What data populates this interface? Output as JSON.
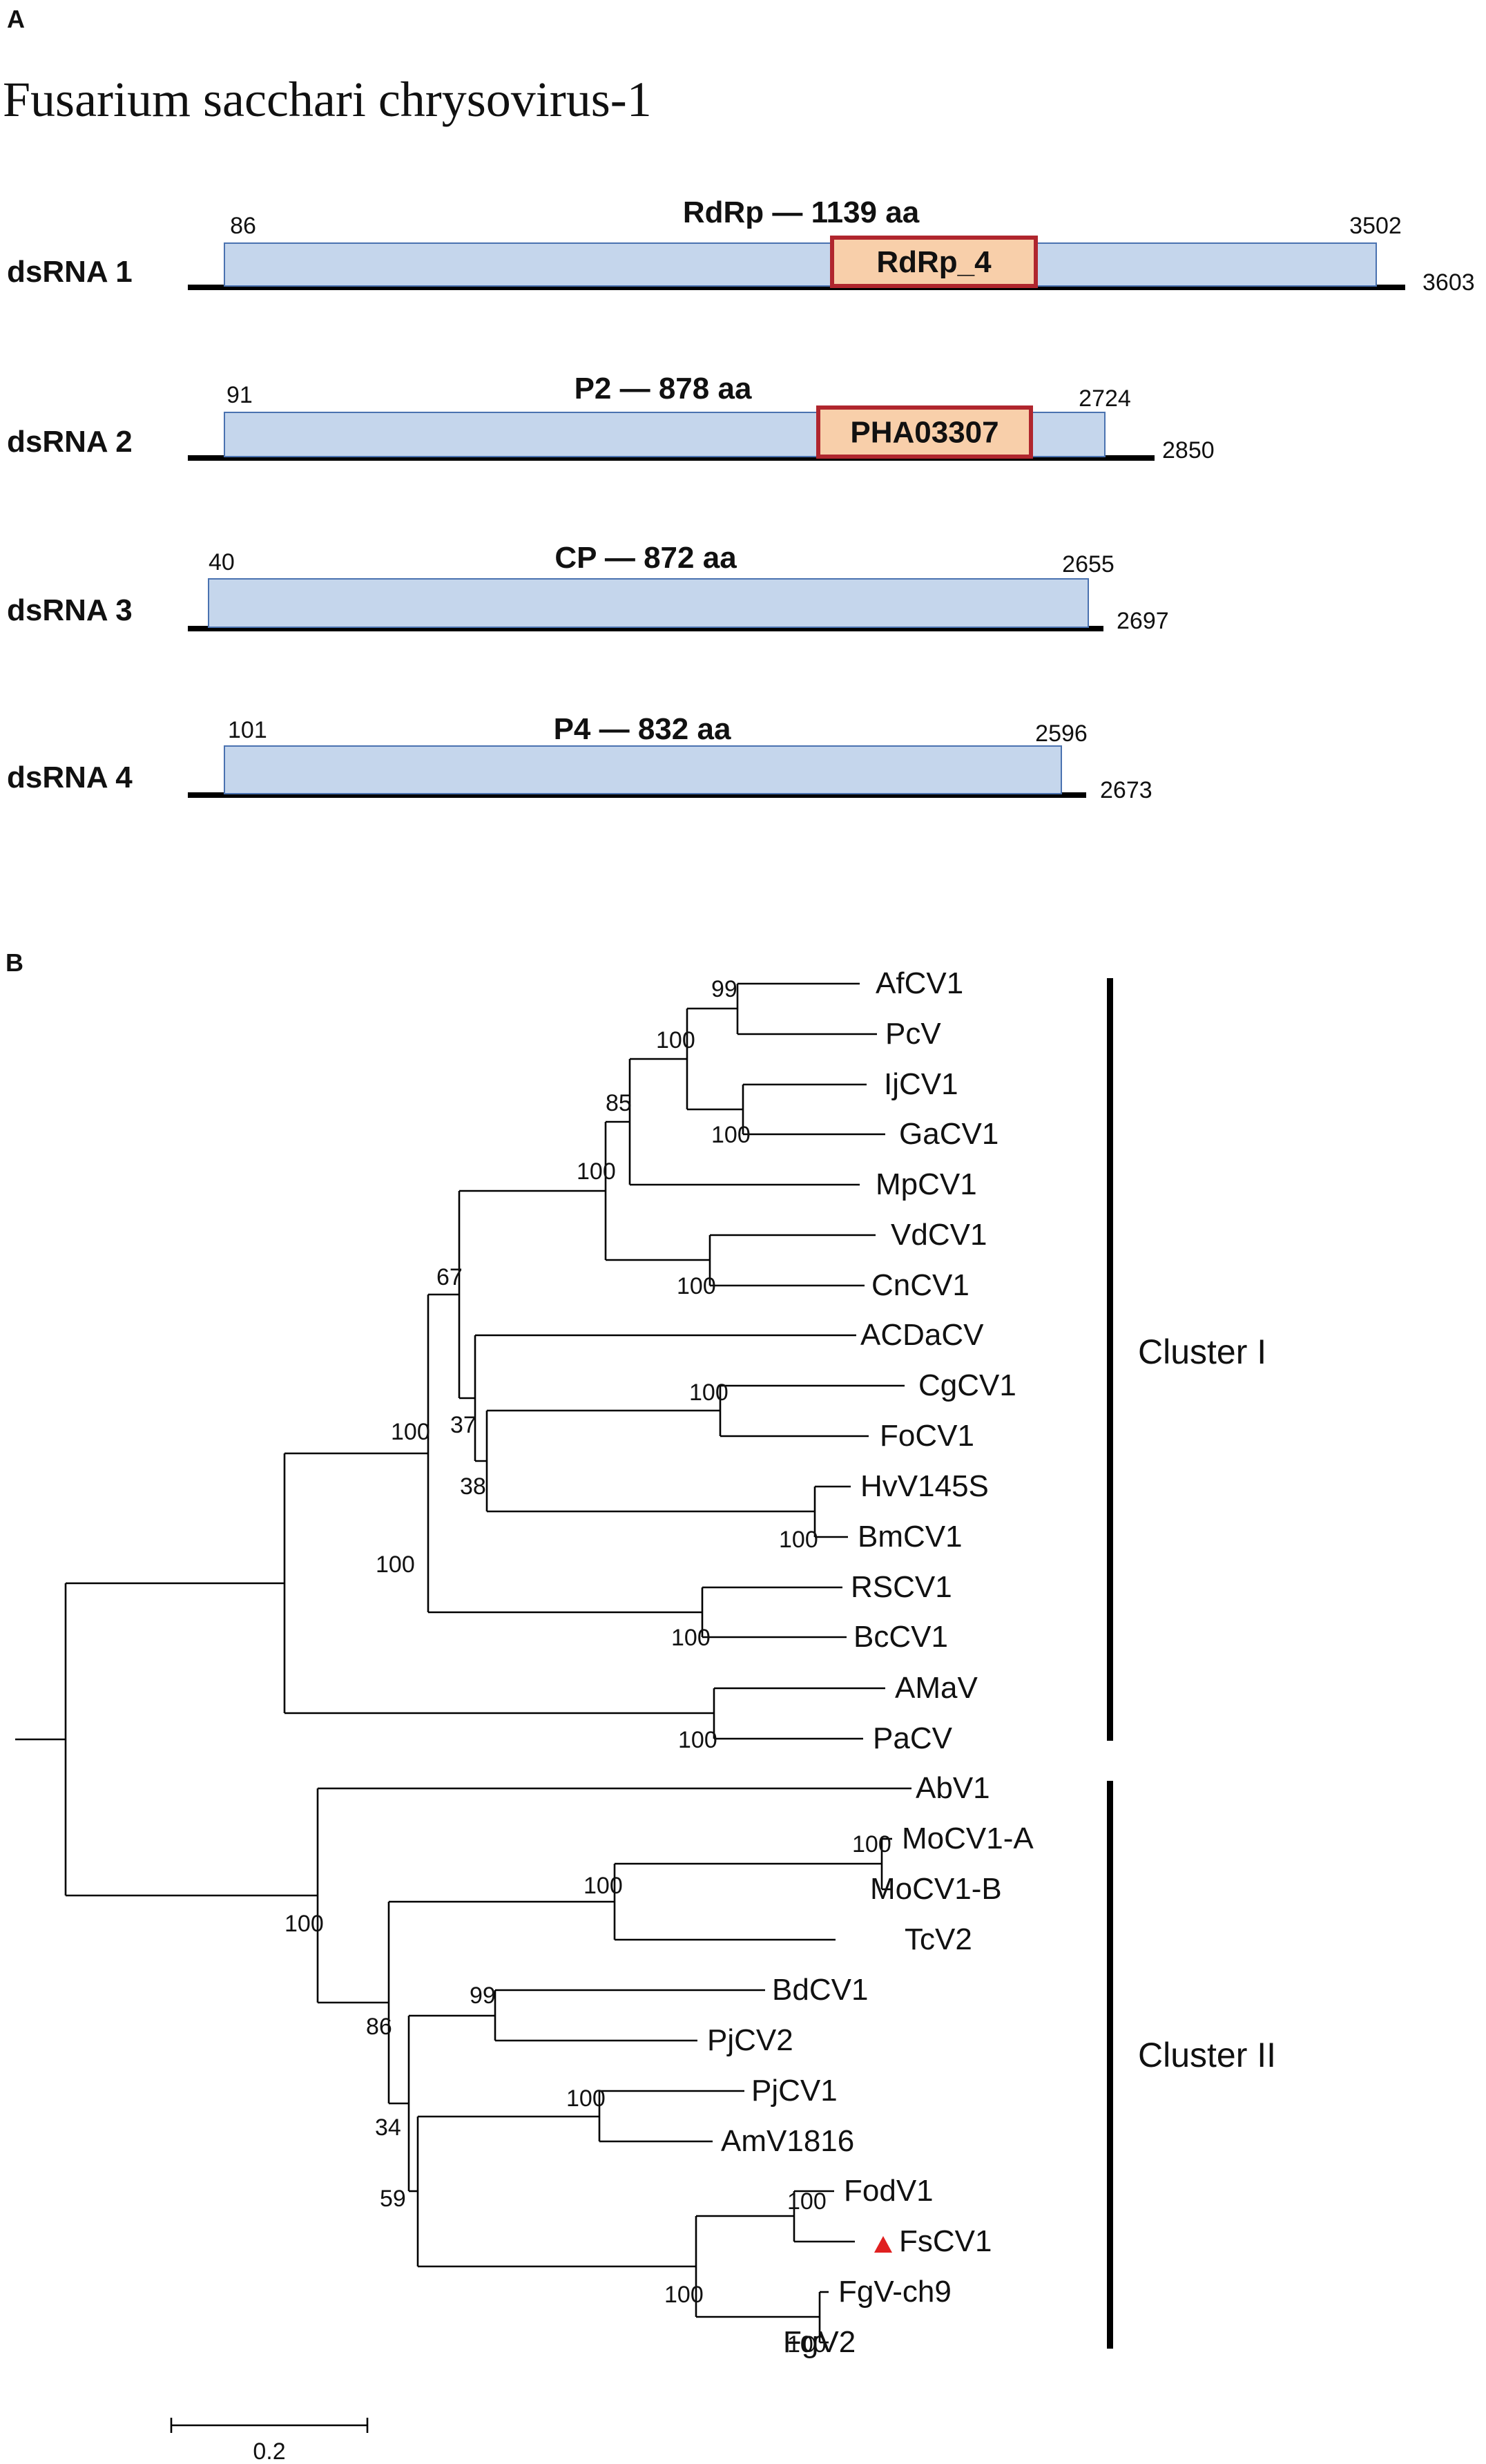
{
  "panelA": {
    "letter": "A",
    "title": "Fusarium sacchari chrysovirus-1",
    "segments": [
      {
        "name": "dsRNA 1",
        "start": "86",
        "end": "3502",
        "length": "3603",
        "orf": "RdRp — 1139 aa",
        "domain": "RdRp_4"
      },
      {
        "name": "dsRNA 2",
        "start": "91",
        "end": "2724",
        "length": "2850",
        "orf": "P2 — 878 aa",
        "domain": "PHA03307"
      },
      {
        "name": "dsRNA 3",
        "start": "40",
        "end": "2655",
        "length": "2697",
        "orf": "CP — 872 aa",
        "domain": ""
      },
      {
        "name": "dsRNA 4",
        "start": "101",
        "end": "2596",
        "length": "2673",
        "orf": "P4 — 832 aa",
        "domain": ""
      }
    ],
    "colors": {
      "orf_fill": "#c5d6ec",
      "orf_stroke": "#4a72b0",
      "domain_fill": "#f8cfaa",
      "domain_stroke": "#b0262e"
    }
  },
  "panelB": {
    "letter": "B",
    "taxa": [
      "AfCV1",
      "PcV",
      "IjCV1",
      "GaCV1",
      "MpCV1",
      "VdCV1",
      "CnCV1",
      "ACDaCV",
      "CgCV1",
      "FoCV1",
      "HvV145S",
      "BmCV1",
      "RSCV1",
      "BcCV1",
      "AMaV",
      "PaCV",
      "AbV1",
      "MoCV1-A",
      "MoCV1-B",
      "TcV2",
      "BdCV1",
      "PjCV2",
      "PjCV1",
      "AmV1816",
      "FodV1",
      "FsCV1",
      "FgV-ch9",
      "FgV2"
    ],
    "highlighted_taxon": "FsCV1",
    "highlight_color": "#e02020",
    "clusters": [
      "Cluster I",
      "Cluster II"
    ],
    "scale_label": "0.2",
    "bootstrap": [
      "99",
      "100",
      "100",
      "85",
      "100",
      "100",
      "67",
      "37",
      "100",
      "100",
      "38",
      "100",
      "100",
      "100",
      "100",
      "100",
      "100",
      "100",
      "99",
      "86",
      "100",
      "34",
      "59",
      "100",
      "100",
      "100"
    ]
  }
}
